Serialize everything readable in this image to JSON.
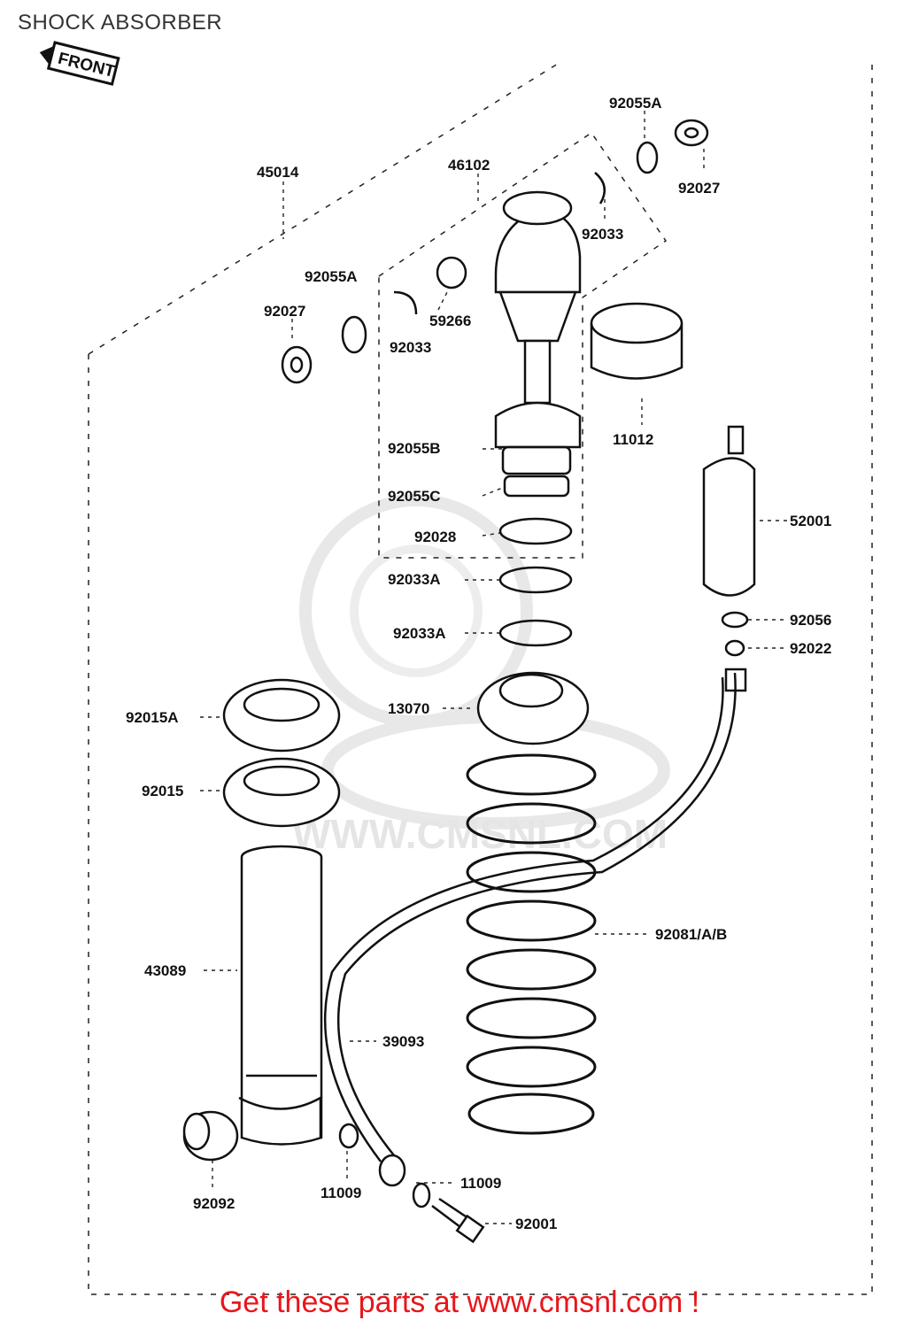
{
  "header": {
    "title": "SHOCK ABSORBER"
  },
  "diagram": {
    "front_tag": "FRONT",
    "labels": {
      "p92055A_top": "92055A",
      "p92027_top": "92027",
      "p45014": "45014",
      "p46102": "46102",
      "p92033_top": "92033",
      "p92055A_left": "92055A",
      "p92027_left": "92027",
      "p59266": "59266",
      "p92033_mid": "92033",
      "p11012": "11012",
      "p92055B": "92055B",
      "p92055C": "92055C",
      "p52001": "52001",
      "p92028": "92028",
      "p92033A_1": "92033A",
      "p92056": "92056",
      "p92033A_2": "92033A",
      "p92022": "92022",
      "p92015A": "92015A",
      "p13070": "13070",
      "p92015": "92015",
      "p92081": "92081/A/B",
      "p43089": "43089",
      "p39093": "39093",
      "p11009_left": "11009",
      "p11009_right": "11009",
      "p92092": "92092",
      "p92001": "92001"
    },
    "watermark": "WWW.CMSNL.COM"
  },
  "footer": {
    "cta": "Get these parts at www.cmsnl.com !"
  }
}
